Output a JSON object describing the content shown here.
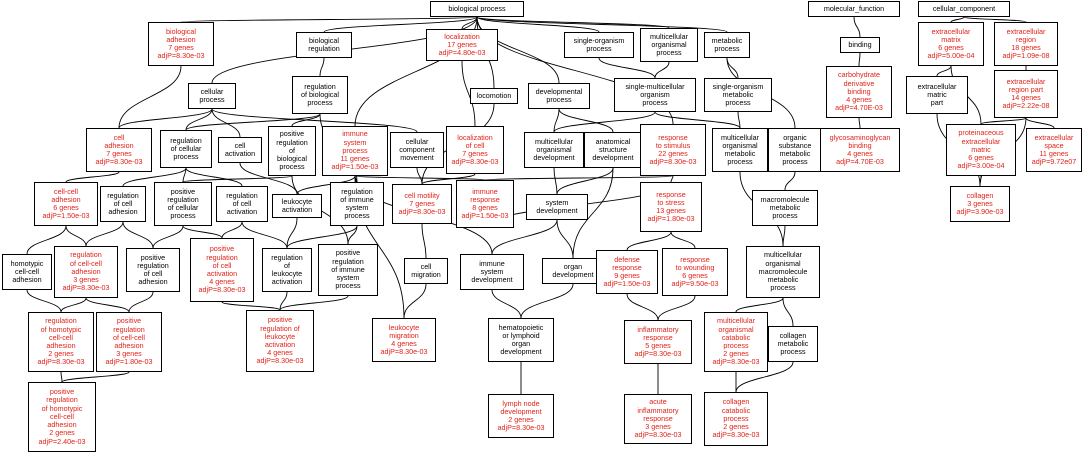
{
  "colors": {
    "significant": "#e0221a",
    "normal": "#000000",
    "border": "#000000",
    "background": "#ffffff"
  },
  "nodes": {
    "biological_process": {
      "text": "biological process",
      "significant": false
    },
    "molecular_function": {
      "text": "molecular_function",
      "significant": false
    },
    "cellular_component": {
      "text": "cellular_component",
      "significant": false
    },
    "biological_adhesion": {
      "text": "biological\nadhesion\n7 genes\nadjP=8.30e-03",
      "significant": true
    },
    "biological_regulation": {
      "text": "biological\nregulation",
      "significant": false
    },
    "localization": {
      "text": "localization\n17 genes\nadjP=4.80e-03",
      "significant": true
    },
    "single_organism_process": {
      "text": "single-organism\nprocess",
      "significant": false
    },
    "multicellular_organismal_process": {
      "text": "multicellular\norganismal\nprocess",
      "significant": false
    },
    "metabolic_process": {
      "text": "metabolic\nprocess",
      "significant": false
    },
    "binding": {
      "text": "binding",
      "significant": false
    },
    "extracellular_matrix": {
      "text": "extracellular\nmatrix\n6 genes\nadjP=5.00e-04",
      "significant": true
    },
    "extracellular_region": {
      "text": "extracellular\nregion\n18 genes\nadjP=1.09e-08",
      "significant": true
    },
    "cellular_process": {
      "text": "cellular\nprocess",
      "significant": false
    },
    "regulation_of_biological_process": {
      "text": "regulation\nof biological\nprocess",
      "significant": false
    },
    "locomotion": {
      "text": "locomotion",
      "significant": false
    },
    "developmental_process": {
      "text": "developmental\nprocess",
      "significant": false
    },
    "single_multicellular_organism_process": {
      "text": "single-multicellular\norganism\nprocess",
      "significant": false
    },
    "single_organism_metabolic_process": {
      "text": "single-organism\nmetabolic\nprocess",
      "significant": false
    },
    "carbohydrate_derivative_binding": {
      "text": "carbohydrate\nderivative\nbinding\n4 genes\nadjP=4.70E-03",
      "significant": true
    },
    "extracellular_matrix_part": {
      "text": "extracellular\nmatric\npart",
      "significant": false
    },
    "extracellular_region_part": {
      "text": "extracellular\nregion part\n14 genes\nadjP=2.22e-08",
      "significant": true
    },
    "cell_adhesion": {
      "text": "cell\nadhesion\n7 genes\nadjP=8.30e-03",
      "significant": true
    },
    "regulation_of_cellular_process": {
      "text": "regulation\nof cellular\nprocess",
      "significant": false
    },
    "cell_activation": {
      "text": "cell\nactivation",
      "significant": false
    },
    "positive_regulation_of_biological_process": {
      "text": "positive\nregulation\nof\nbiological\nprocess",
      "significant": false
    },
    "immune_system_process": {
      "text": "immune\nsystem\nprocess\n11 genes\nadjP=1.50e-03",
      "significant": true
    },
    "cellular_component_movement": {
      "text": "cellular\ncomponent\nmovement",
      "significant": false
    },
    "localization_of_cell": {
      "text": "localization\nof cell\n7 genes\nadjP=8.30e-03",
      "significant": true
    },
    "multicellular_organismal_development": {
      "text": "multicellular\norganismal\ndevelopment",
      "significant": false
    },
    "anatomical_structure_development": {
      "text": "anatomical\nstructure\ndevelopment",
      "significant": false
    },
    "response_to_stimulus": {
      "text": "response\nto stimulus\n22 genes\nadjP=8.30e-03",
      "significant": true
    },
    "multicellular_organismal_metabolic_process": {
      "text": "multicellular\norganismal\nmetabolic\nprocess",
      "significant": false
    },
    "organic_substance_metabolic_process": {
      "text": "organic\nsubstance\nmetabolic\nprocess",
      "significant": false
    },
    "glycosaminoglycan_binding": {
      "text": "glycosaminoglycan\nbinding\n4 genes\nadjP=4.70E-03",
      "significant": true
    },
    "proteinaceous_extracellular_matrix": {
      "text": "proteinaceous\nextracellular\nmatric\n6 genes\nadjP=3.00e-04",
      "significant": true
    },
    "extracellular_space": {
      "text": "extracellular\nspace\n11 genes\nadjP=9.72e07",
      "significant": true
    },
    "cell_cell_adhesion": {
      "text": "cell-cell\nadhesion\n6 genes\nadjP=1.50e-03",
      "significant": true
    },
    "regulation_of_cell_adhesion": {
      "text": "regulation\nof cell\nadhesion",
      "significant": false
    },
    "positive_regulation_of_cellular_process": {
      "text": "positive\nregulation\nof cellular\nprocess",
      "significant": false
    },
    "regulation_of_cell_activation": {
      "text": "regulation\nof cell\nactivation",
      "significant": false
    },
    "leukocyte_activation": {
      "text": "leukocyte\nactivation",
      "significant": false
    },
    "regulation_of_immune_system_process": {
      "text": "regulation\nof immune\nsystem\nprocess",
      "significant": false
    },
    "cell_motility": {
      "text": "cell motility\n7 genes\nadjP=8.30e-03",
      "significant": true
    },
    "immune_response": {
      "text": "immune\nresponse\n8 genes\nadjP=1.50e-03",
      "significant": true
    },
    "system_development": {
      "text": "system\ndevelopment",
      "significant": false
    },
    "response_to_stress": {
      "text": "response\nto stress\n13 genes\nadjP=1.80e-03",
      "significant": true
    },
    "macromolecule_metabolic_process": {
      "text": "macromolecule\nmetabolic\nprocess",
      "significant": false
    },
    "collagen": {
      "text": "collagen\n3 genes\nadjP=3.90e-03",
      "significant": true
    },
    "homotypic_cell_cell_adhesion": {
      "text": "homotypic\ncell-cell\nadhesion",
      "significant": false
    },
    "regulation_of_cell_cell_adhesion": {
      "text": "regulation\nof cell-cell\nadhesion\n3 genes\nadjP=8.30e-03",
      "significant": true
    },
    "positive_regulation_of_cell_adhesion": {
      "text": "positive\nregulation\nof cell\nadhesion",
      "significant": false
    },
    "positive_regulation_of_cell_activation": {
      "text": "positive\nregulation\nof cell\nactivation\n4 genes\nadjP=8.30e-03",
      "significant": true
    },
    "regulation_of_leukocyte_activation": {
      "text": "regulation\nof\nleukocyte\nactivation",
      "significant": false
    },
    "positive_regulation_of_immune_system_process": {
      "text": "positive\nregulation\nof immune\nsystem\nprocess",
      "significant": false
    },
    "cell_migration": {
      "text": "cell\nmigration",
      "significant": false
    },
    "immune_system_development": {
      "text": "immune\nsystem\ndevelopment",
      "significant": false
    },
    "organ_development": {
      "text": "organ\ndevelopment",
      "significant": false
    },
    "defense_response": {
      "text": "defense\nresponse\n9 genes\nadjP=1.50e-03",
      "significant": true
    },
    "response_to_wounding": {
      "text": "response\nto wounding\n6 genes\nadjP=9.50e-03",
      "significant": true
    },
    "multicellular_organismal_macromolecule_metabolic_process": {
      "text": "multicellular\norganismal\nmacromolecule\nmetabolic\nprocess",
      "significant": false
    },
    "regulation_of_homotypic_cell_cell_adhesion": {
      "text": "regulation\nof homotypic\ncell-cell\nadhesion\n2 genes\nadjP=8.30e-03",
      "significant": true
    },
    "positive_regulation_of_cell_cell_adhesion": {
      "text": "positive\nregulation\nof cell-cell\nadhesion\n3 genes\nadjP=1.80e-03",
      "significant": true
    },
    "positive_regulation_of_leukocyte_activation": {
      "text": "positive\nregulation of\nleukocyte\nactivation\n4 genes\nadjP=8.30e-03",
      "significant": true
    },
    "leukocyte_migration": {
      "text": "leukocyte\nmigration\n4 genes\nadjP=8.30e-03",
      "significant": true
    },
    "hematopoietic_or_lymphoid_organ_development": {
      "text": "hematopoietic\nor lymphoid\norgan\ndevelopment",
      "significant": false
    },
    "inflammatory_response": {
      "text": "inflammatory\nresponse\n5 genes\nadjP=8.30e-03",
      "significant": true
    },
    "multicellular_organismal_catabolic_process": {
      "text": "multicellular\norganismal\ncatabolic\nprocess\n2 genes\nadjP=8.30e-03",
      "significant": true
    },
    "collagen_metabolic_process": {
      "text": "collagen\nmetabolic\nprocess",
      "significant": false
    },
    "positive_regulation_of_homotypic_cell_cell_adhesion": {
      "text": "positive\nregulation\nof homotypic\ncell-cell\nadhesion\n2 genes\nadjP=2.40e-03",
      "significant": true
    },
    "lymph_node_development": {
      "text": "lymph node\ndevelopment\n2 genes\nadjP=8.30e-03",
      "significant": true
    },
    "acute_inflammatory_response": {
      "text": "acute\ninflammatory\nresponse\n3 genes\nadjP=8.30e-03",
      "significant": true
    },
    "collagen_catabolic_process": {
      "text": "collagen\ncatabolic\nprocess\n2 genes\nadjP=8.30e-03",
      "significant": true
    }
  }
}
